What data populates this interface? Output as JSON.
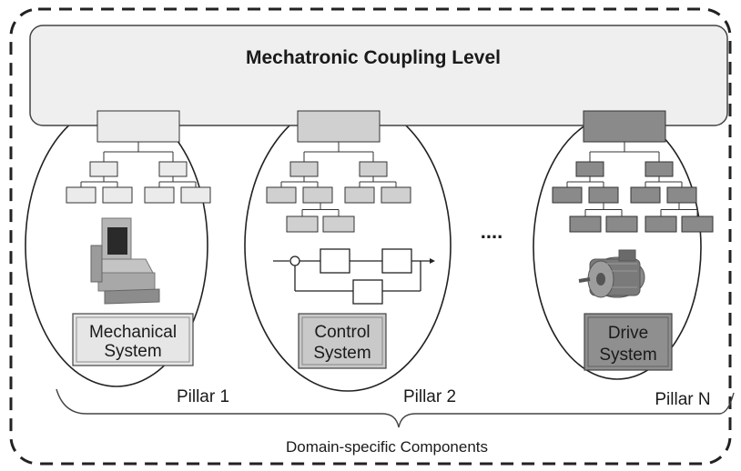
{
  "header": {
    "title": "Mechatronic Coupling Level"
  },
  "pillars": [
    {
      "box_label_line1": "Mechanical",
      "box_label_line2": "System",
      "pillar_label": "Pillar 1",
      "icon": "milling-machine-icon"
    },
    {
      "box_label_line1": "Control",
      "box_label_line2": "System",
      "pillar_label": "Pillar 2",
      "icon": "control-loop-block-diagram-icon"
    },
    {
      "box_label_line1": "Drive",
      "box_label_line2": "System",
      "pillar_label": "Pillar N",
      "icon": "electric-motor-icon"
    }
  ],
  "ellipsis": "....",
  "footer": {
    "caption": "Domain-specific Components"
  },
  "colors": {
    "header_fill": "#efefef",
    "outline": "#222222",
    "tree_light": "#ebebeb",
    "tree_mid": "#d0d0d0",
    "tree_dark": "#8a8a8a",
    "box_mech": "#e6e6e6",
    "box_control": "#c9c9c9",
    "box_drive": "#8f8f8f"
  }
}
